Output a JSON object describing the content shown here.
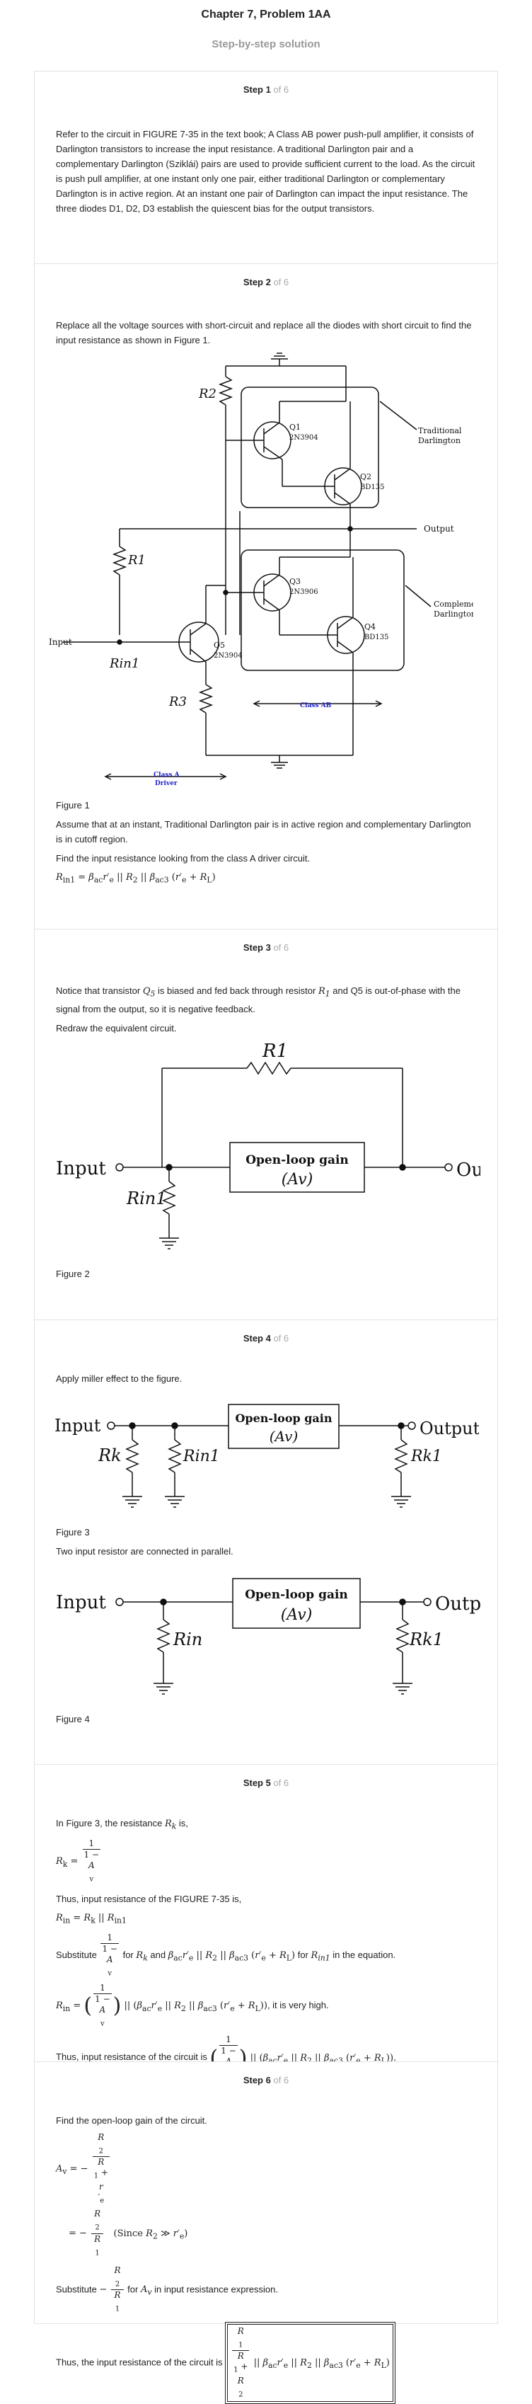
{
  "header": {
    "title": "Chapter 7, Problem 1AA",
    "subtitle": "Step-by-step solution"
  },
  "steps": [
    {
      "label": "Step 1",
      "of": "of 6"
    },
    {
      "label": "Step 2",
      "of": "of 6"
    },
    {
      "label": "Step 3",
      "of": "of 6"
    },
    {
      "label": "Step 4",
      "of": "of 6"
    },
    {
      "label": "Step 5",
      "of": "of 6"
    },
    {
      "label": "Step 6",
      "of": "of 6"
    }
  ],
  "step1": {
    "text": "Refer to the circuit in FIGURE 7-35 in the text book; A Class AB power push-pull amplifier, it consists of Darlington transistors to increase the input resistance. A traditional Darlington pair and a complementary Darlington (Sziklái) pairs are used to provide sufficient current to the load. As the circuit is push pull amplifier, at one instant only one pair, either traditional Darlington or complementary Darlington is in active region. At an instant one pair of Darlington can impact the input resistance. The three diodes D1, D2, D3 establish the quiescent bias for the output transistors."
  },
  "step2": {
    "text1": "Replace all the voltage sources with short-circuit and replace all the diodes with short circuit to find the input resistance as shown in Figure 1.",
    "fig_caption": "Figure 1",
    "text2": "Assume that at an instant, Traditional Darlington pair is in active region and complementary Darlington is in cutoff region.",
    "text3": "Find the input resistance looking from the class A driver circuit.",
    "equation": "Rin1 = βac r′e || R2 || βac3 (r′e + RL)",
    "diagram": {
      "R2": "R2",
      "R1": "R1",
      "R3": "R3",
      "Rin1": "Rin1",
      "Q1": "Q1",
      "Q1_part": "2N3904",
      "Q2": "Q2",
      "Q2_part": "BD135",
      "Q3": "Q3",
      "Q3_part": "2N3906",
      "Q4": "Q4",
      "Q4_part": "BD135",
      "Q5": "Q5",
      "Q5_part": "2N3904",
      "trad1": "Traditional",
      "trad2": "Darlington",
      "comp1": "Complementary",
      "comp2": "Darlington",
      "output": "Output",
      "input": "Input",
      "classab": "Class AB",
      "classa1": "Class A",
      "classa2": "Driver"
    }
  },
  "step3": {
    "text1a": "Notice that transistor",
    "text1b": "is biased and fed back through resistor",
    "text1c": "and Q5 is out-of-phase with the signal from the output, so it is negative feedback.",
    "q5": "Q5",
    "r1": "R1",
    "text2": "Redraw the equivalent circuit.",
    "fig_caption": "Figure 2",
    "diagram": {
      "R1": "R1",
      "input": "Input",
      "output": "Output",
      "Rin1": "Rin1",
      "gain1": "Open-loop gain",
      "gain2": "(Av)"
    }
  },
  "step4": {
    "text1": "Apply miller effect to the figure.",
    "fig3_caption": "Figure 3",
    "text2": "Two input resistor are connected in parallel.",
    "fig4_caption": "Figure 4",
    "diagram3": {
      "input": "Input",
      "output": "Output",
      "Rk": "Rk",
      "Rin1": "Rin1",
      "Rk1": "Rk1",
      "gain1": "Open-loop gain",
      "gain2": "(Av)"
    },
    "diagram4": {
      "input": "Input",
      "output": "Output",
      "Rin": "Rin",
      "Rk1": "Rk1",
      "gain1": "Open-loop gain",
      "gain2": "(Av)"
    }
  },
  "step5": {
    "text1a": "In Figure 3, the resistance",
    "text1b": "is,",
    "rk": "Rk",
    "eq1": "Rk = 1 / (1 − Av)",
    "text2": "Thus, input resistance of the FIGURE 7-35 is,",
    "eq2": "Rin = Rk || Rin1",
    "subst_a": "Substitute",
    "subst_b": "for",
    "subst_c": "and",
    "subst_d": "for",
    "subst_e": "in the equation.",
    "eq3_tail": ", it is very high.",
    "conclusion": "Thus, input resistance of the circuit is"
  },
  "step6": {
    "text1": "Find the open-loop gain of the circuit.",
    "since": "(Since R2 ≫ r′e)",
    "subst_a": "Substitute",
    "subst_b": "for",
    "subst_c": "in input resistance expression.",
    "conclusion": "Thus, the input resistance of the circuit is"
  }
}
